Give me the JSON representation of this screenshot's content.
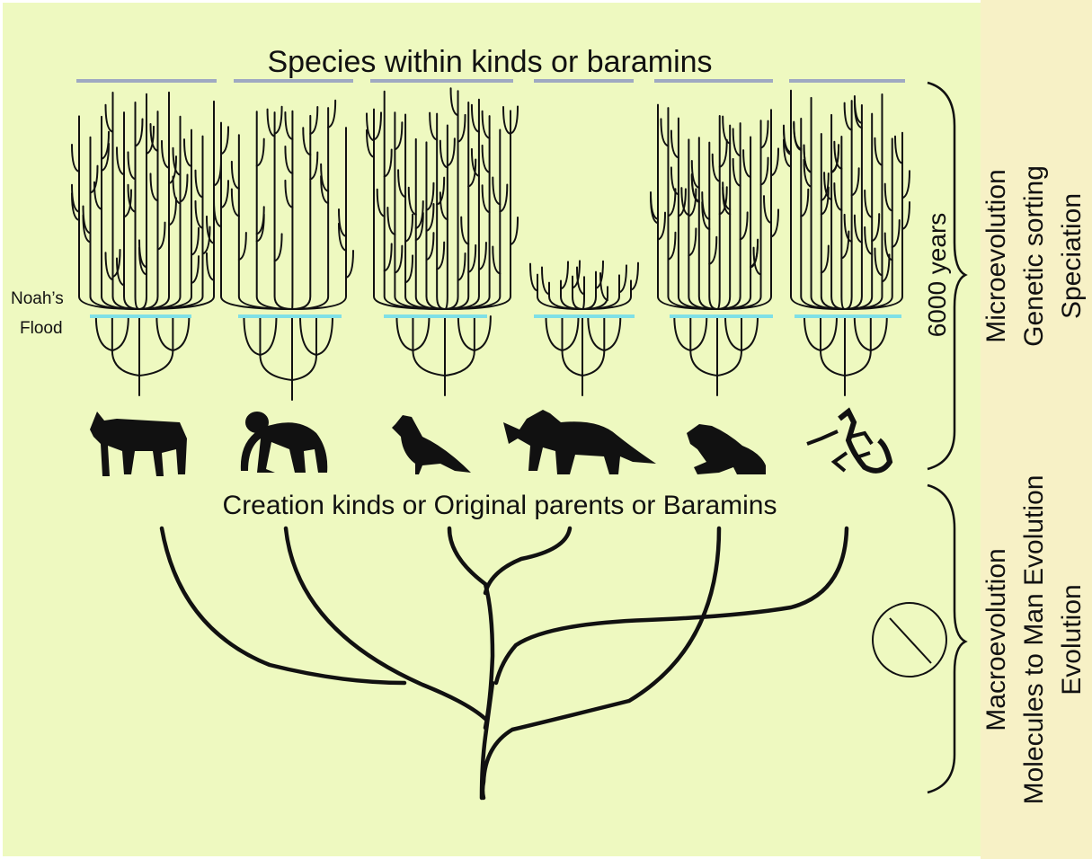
{
  "title": "Species within kinds or baramins",
  "flood_label_line1": "Noah’s",
  "flood_label_line2": "Flood",
  "years_label": "6000 years",
  "creation_label": "Creation kinds or Original parents or Baramins",
  "micro_lines": [
    "Microevolution",
    "Genetic sorting",
    "Speciation"
  ],
  "macro_lines": [
    "Macroevolution",
    "Molecules to Man Evolution",
    "Evolution"
  ],
  "kinds": [
    "wolf",
    "chimpanzee",
    "finch",
    "triceratops",
    "frog",
    "lizard"
  ],
  "icons": [
    "prohibited-icon"
  ],
  "colors": {
    "background": "#eef9c0",
    "side_panel": "#f7f1c6",
    "top_line": "#9fa9c2",
    "flood_line": "#7fe0e6",
    "ink": "#111111"
  }
}
